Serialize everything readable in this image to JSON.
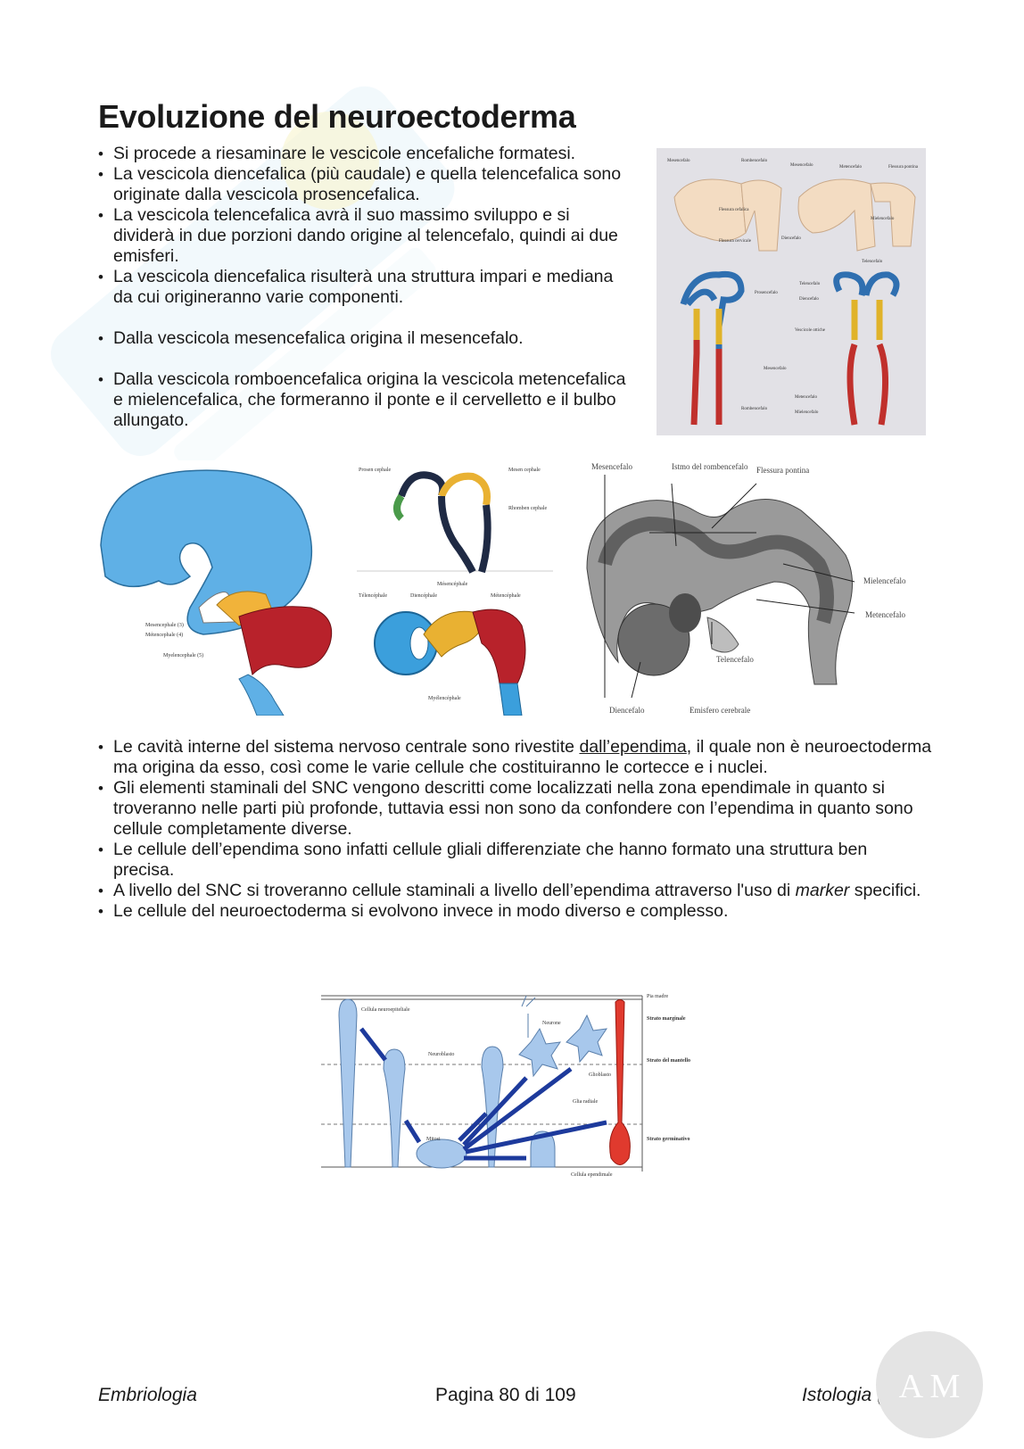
{
  "title": "Evoluzione del neuroectoderma",
  "intro_bullets": [
    "Si procede a riesaminare le vescicole encefaliche formatesi.",
    "La vescicola diencefalica (più caudale) e quella telencefalica sono originate dalla vescicola prosencefalica.",
    "La vescicola telencefalica avrà il suo massimo sviluppo e si dividerà in due porzioni dando origine al telencefalo, quindi ai due emisferi.",
    "La vescicola diencefalica risulterà una struttura impari e mediana da cui origineranno varie componenti.",
    "Dalla vescicola mesencefalica origina il mesencefalo.",
    "Dalla vescicola romboencefalica origina la vescicola metencefalica e mielencefalica, che formeranno il ponte e il cervelletto e il bulbo allungato."
  ],
  "lower_bullets": {
    "b1_pre": "Le cavità interne del sistema nervoso centrale sono rivestite ",
    "b1_link": "dall’ependima",
    "b1_post": ", il quale non è neuroectoderma ma origina da esso, così come le varie cellule che costituiranno le cortecce e i nuclei.",
    "b2": "Gli elementi staminali del SNC vengono descritti come localizzati nella zona ependimale in quanto si troveranno nelle parti più profonde, tuttavia essi non sono da confondere con l’ependima in quanto sono cellule completamente diverse.",
    "b3": "Le cellule dell’ependima sono infatti cellule gliali differenziate che hanno formato una struttura ben precisa.",
    "b4_pre": "A livello del SNC si troveranno cellule staminali a livello dell’ependima attraverso l'uso di ",
    "b4_em": "marker",
    "b4_post": " specifici.",
    "b5": "Le cellule del neuroectoderma si evolvono invece in modo diverso e complesso."
  },
  "figure_top_right": {
    "labels": [
      "Mesencefalo",
      "Rombencefalo",
      "Mesencefalo",
      "Metencefalo",
      "Flessura pontina",
      "Flessura cefalica",
      "Flessura cervicale",
      "Diencefalo",
      "Telencefalo",
      "Mielencefalo",
      "Prosencefalo",
      "Telencefalo",
      "Diencefalo",
      "Vescicole ottiche",
      "Mesencefalo",
      "Rombencefalo",
      "Metencefalo",
      "Mielencefalo"
    ]
  },
  "figure_blue": {
    "labels": [
      "Mesencephale (3)",
      "Métencephale (4)",
      "Myelencephale (5)"
    ]
  },
  "figure_colored": {
    "labels": [
      "Prosen cephale",
      "Mesen cephale",
      "Rhomben cephale",
      "Mésencéphale",
      "Télencéphale",
      "Diencéphale",
      "Métencéphale",
      "Myélencéphale"
    ]
  },
  "figure_gray": {
    "labels": [
      "Mesencefalo",
      "Istmo del rombencefalo",
      "Flessura pontina",
      "Mielencefalo",
      "Metencefalo",
      "Telencefalo",
      "Diencefalo",
      "Emisfero cerebrale"
    ]
  },
  "figure_cells": {
    "left_labels": [
      "Cellula neuroepiteliale",
      "Neuroblasto",
      "Neurone",
      "Glioblasto",
      "Glia radiale",
      "Mitosi",
      "Cellula ependimale"
    ],
    "right_labels": [
      "Pia madre",
      "Strato marginale",
      "Strato del mantello",
      "Strato germinativo"
    ]
  },
  "footer": {
    "left": "Embriologia",
    "center": "Pagina 80 di 109",
    "right": "Istologia (C.I.)",
    "logo_text": "A M"
  }
}
